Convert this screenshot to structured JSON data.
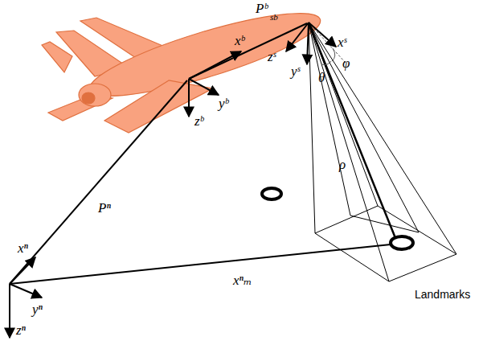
{
  "diagram": {
    "labels": [
      "xᵇ",
      "yᵇ",
      "zᵇ",
      "Pᵇ",
      "sb",
      "xˢ",
      "zˢ",
      "yˢ",
      "φ",
      "θ",
      "ρ",
      "Pⁿ",
      "xⁿ",
      "yⁿ",
      "zⁿ",
      "xⁿₘ",
      "Landmarks"
    ]
  }
}
